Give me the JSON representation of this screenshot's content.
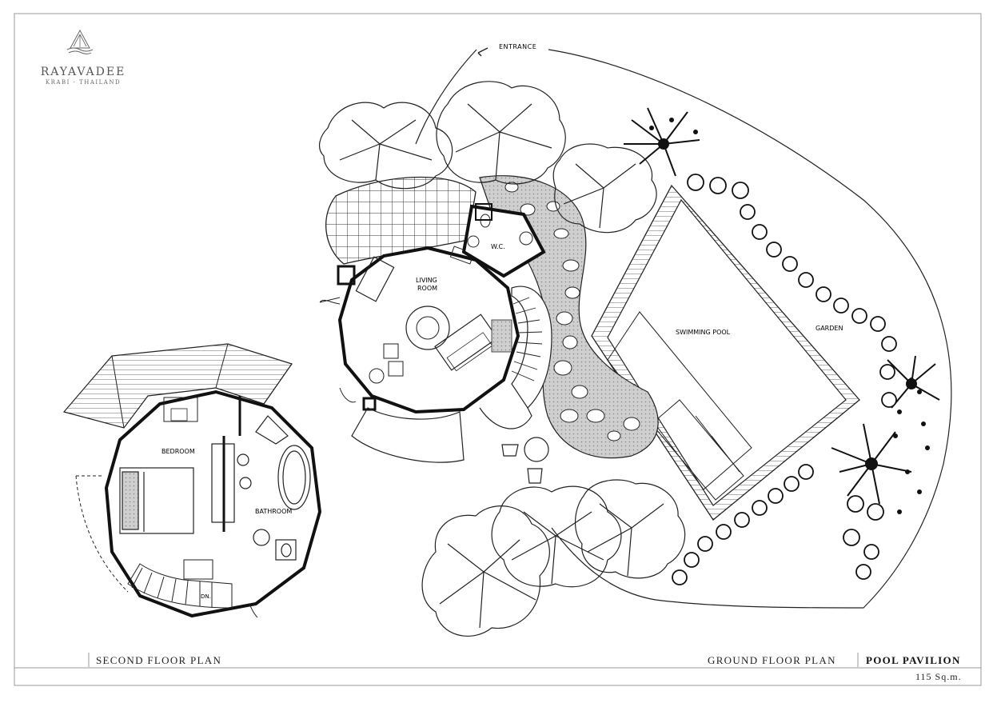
{
  "brand": {
    "name": "RAYAVADEE",
    "location": "KRABI · THAILAND"
  },
  "rooms": {
    "entrance": "ENTRANCE",
    "wc": "W.C.",
    "living_room_line1": "LIVING",
    "living_room_line2": "ROOM",
    "swimming_pool": "SWIMMING POOL",
    "garden": "GARDEN",
    "bedroom": "BEDROOM",
    "bathroom": "BATHROOM",
    "stairs_down": "DN."
  },
  "footer": {
    "second_floor": "SECOND FLOOR PLAN",
    "ground_floor": "GROUND FLOOR PLAN",
    "title": "POOL PAVILION",
    "area": "115 Sq.m."
  }
}
